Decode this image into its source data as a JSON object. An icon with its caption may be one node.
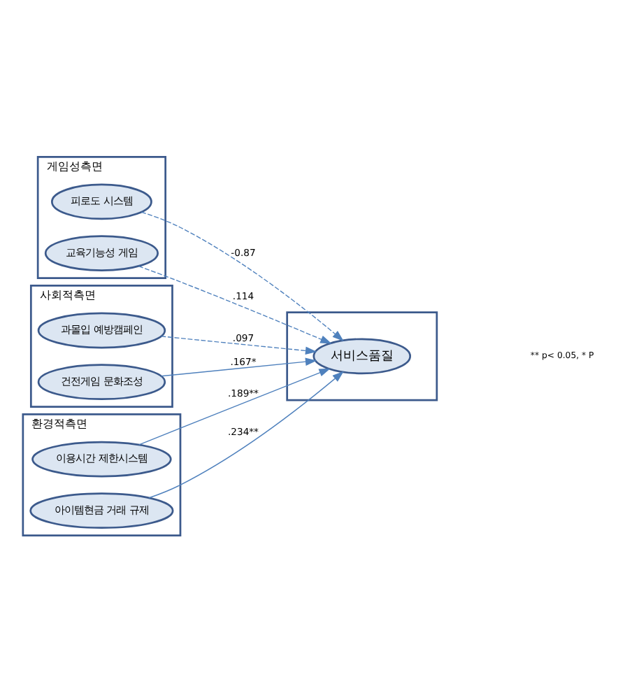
{
  "diagram": {
    "nodes": [
      {
        "text": [
          "게임성측면"
        ]
      },
      {
        "text": [
          "피로도 시스템"
        ],
        "in": 0
      },
      {
        "text": [
          "교육기능성 게임"
        ],
        "in": 0
      },
      {
        "text": [
          "사회적측면"
        ]
      },
      {
        "text": [
          "과몰입 예방캠페인"
        ],
        "in": 3
      },
      {
        "text": [
          "건전게임 문화조성"
        ],
        "in": 3
      },
      {
        "text": [
          "환경적측면"
        ]
      },
      {
        "text": [
          "이용시간 제한시스템"
        ],
        "in": 6
      },
      {
        "text": [
          "아이템현금 거래 규제"
        ],
        "in": 6
      },
      {
        "text": [],
        "shape": "box"
      },
      {
        "text": [
          "서비스품질"
        ],
        "in": 9
      }
    ],
    "edges": [
      {
        "from": 1,
        "to": 10,
        "arrow": "to",
        "label": "-0.87",
        "style": "dashed"
      },
      {
        "from": 2,
        "to": 10,
        "arrow": "to",
        "label": ".114",
        "style": "dashed"
      },
      {
        "from": 4,
        "to": 10,
        "arrow": "to",
        "label": ".097",
        "style": "dashed"
      },
      {
        "from": 5,
        "to": 10,
        "arrow": "to",
        "label": ".167*"
      },
      {
        "from": 7,
        "to": 10,
        "arrow": "to",
        "label": ".189**"
      },
      {
        "from": 8,
        "to": 10,
        "arrow": "to",
        "label": ".234**"
      }
    ],
    "labels": [
      "** p< 0.05, * P"
    ]
  }
}
